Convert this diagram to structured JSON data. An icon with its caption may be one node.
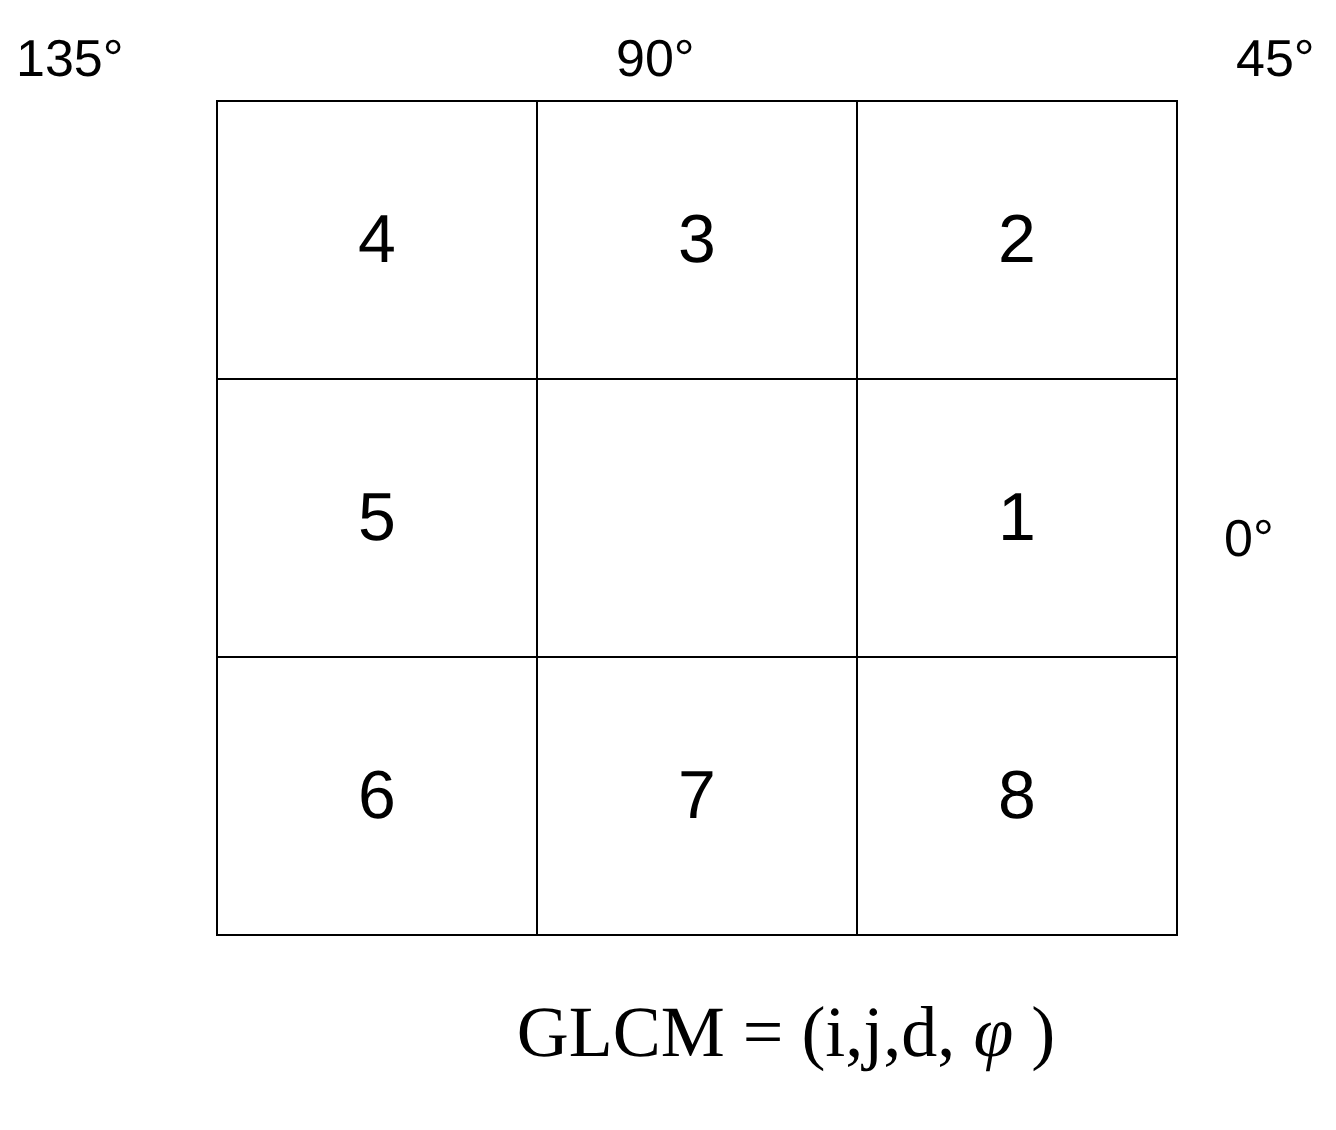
{
  "diagram": {
    "caption": "GLCM = (i,j,d, *φ* )",
    "labels": [
      "135°",
      "90°",
      "45°",
      "4",
      "3",
      "2",
      "5",
      "1",
      "0°",
      "6",
      "7",
      "8"
    ]
  }
}
